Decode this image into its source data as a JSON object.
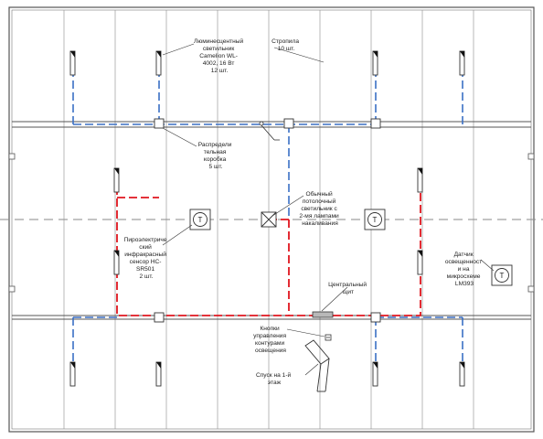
{
  "labels": {
    "fluorescent": [
      "Люминесцентный",
      "светильник",
      "Camelion WL-",
      "4002, 16 Вт",
      "12 шт."
    ],
    "rafters": [
      "Стропила",
      "10 шт."
    ],
    "junction": [
      "Распредели",
      "тельная",
      "коробка",
      "5 шт."
    ],
    "ordinary": [
      "Обычный",
      "потолочный",
      "светильник с",
      "2-мя лампами",
      "накаливания"
    ],
    "pir": [
      "Пироэлектриче",
      "ский",
      "инфракрасный",
      "сенсор HC-",
      "SR501",
      "2 шт."
    ],
    "light_sensor": [
      "Датчик",
      "освещенност",
      "и на",
      "микросхеме",
      "LM393"
    ],
    "panel": [
      "Центральный",
      "щит"
    ],
    "buttons": [
      "Кнопки",
      "управления",
      "контурами",
      "освещения"
    ],
    "stairs": [
      "Спуск на 1-й",
      "этаж"
    ]
  },
  "symbols": {
    "sensor_letter": "T"
  },
  "colors": {
    "wall": "#555555",
    "blue_wire": "#3a6fc4",
    "red_wire": "#e0161e",
    "axis": "#8a8a8a"
  }
}
